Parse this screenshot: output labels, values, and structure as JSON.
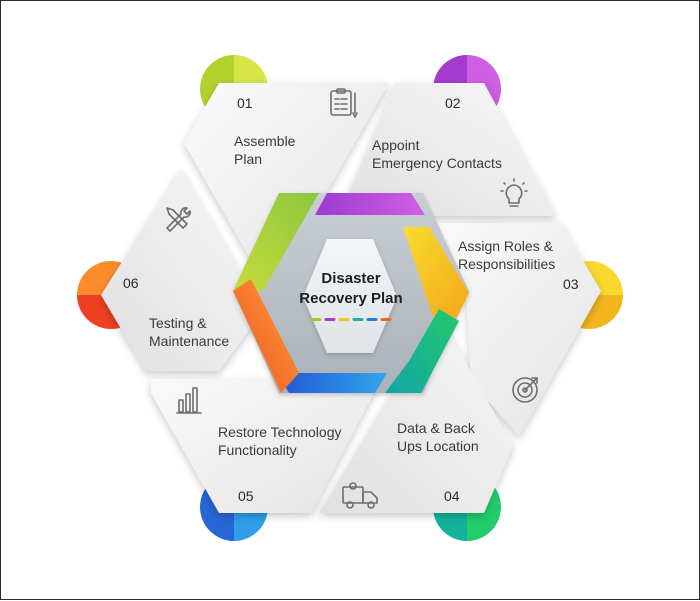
{
  "title_line1": "Disaster",
  "title_line2": "Recovery Plan",
  "steps": [
    {
      "num": "01",
      "line1": "Assemble",
      "line2": "Plan",
      "icon": "clipboard-icon",
      "color_a": "#b7d434",
      "color_b": "#dde84c"
    },
    {
      "num": "02",
      "line1": "Appoint",
      "line2": "Emergency Contacts",
      "icon": "lightbulb-icon",
      "color_a": "#a63fd1",
      "color_b": "#d06be0"
    },
    {
      "num": "03",
      "line1": "Assign Roles &",
      "line2": "Responsibilities",
      "icon": "target-icon",
      "color_a": "#f2b51c",
      "color_b": "#f8dc34"
    },
    {
      "num": "04",
      "line1": "Data & Back",
      "line2": "Ups Location",
      "icon": "delivery-truck-icon",
      "color_a": "#14b59a",
      "color_b": "#23cf6e"
    },
    {
      "num": "05",
      "line1": "Restore Technology",
      "line2": "Functionality",
      "icon": "bar-chart-icon",
      "color_a": "#2a6fd9",
      "color_b": "#2fa1ea"
    },
    {
      "num": "06",
      "line1": "Testing &",
      "line2": "Maintenance",
      "icon": "tools-icon",
      "color_a": "#f04a26",
      "color_b": "#fb8c2c"
    }
  ],
  "progress_colors": [
    "#9acd32",
    "#a63fd1",
    "#f2c21c",
    "#14b59a",
    "#2a7ad9",
    "#f26a26"
  ]
}
